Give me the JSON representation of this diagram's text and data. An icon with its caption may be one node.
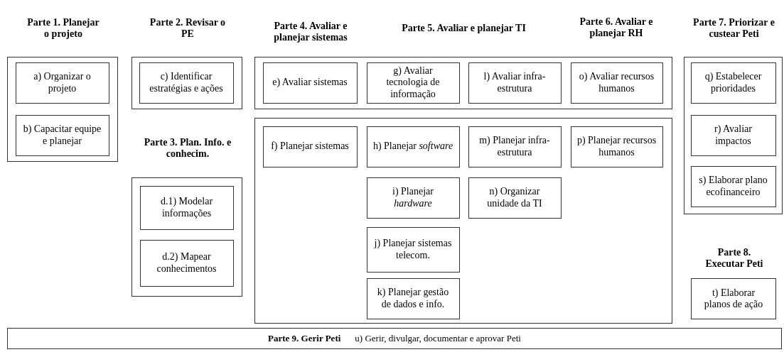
{
  "diagram": {
    "nodes": [
      {
        "text": [
          "Parte 1. Planejar o projeto"
        ]
      },
      {
        "text": [
          "a) Organizar o projeto"
        ],
        "in": 0
      },
      {
        "text": [
          "b) Capacitar equipe e planejar"
        ],
        "in": 0
      },
      {
        "text": [
          "Parte 2. Revisar o PE"
        ]
      },
      {
        "text": [
          "c) Identificar estratégias e ações"
        ],
        "in": 3
      },
      {
        "text": [
          "Parte 3. Plan. Info. e conhecim."
        ]
      },
      {
        "text": [
          "d.1) Modelar informações"
        ],
        "in": 5
      },
      {
        "text": [
          "d.2) Mapear conhecimentos"
        ],
        "in": 5
      },
      {
        "text": [],
        "shape": "box"
      },
      {
        "text": [
          "e) Avaliar sistemas"
        ],
        "in": 8
      },
      {
        "text": [
          "g) Avaliar tecnologia de informação"
        ],
        "in": 8
      },
      {
        "text": [
          "l) Avaliar infra-estrutura"
        ],
        "in": 8
      },
      {
        "text": [
          "o) Avaliar recursos humanos"
        ],
        "in": 8
      },
      {
        "text": [],
        "shape": "box"
      },
      {
        "text": [
          "f) Planejar sistemas"
        ],
        "in": 13
      },
      {
        "text": [
          "h) Planejar *software*"
        ],
        "in": 13
      },
      {
        "text": [
          "m) Planejar infra-estrutura"
        ],
        "in": 13
      },
      {
        "text": [
          "p) Planejar recursos humanos"
        ],
        "in": 13
      },
      {
        "text": [
          "i) Planejar *hardware*"
        ],
        "in": 13
      },
      {
        "text": [
          "n) Organizar unidade da TI"
        ],
        "in": 13
      },
      {
        "text": [
          "j) Planejar sistemas telecom."
        ],
        "in": 13
      },
      {
        "text": [
          "k) Planejar gestão de dados e info."
        ],
        "in": 13
      },
      {
        "text": [
          "Parte 7. Priorizar e custear Peti"
        ]
      },
      {
        "text": [
          "q) Estabelecer prioridades"
        ],
        "in": 22
      },
      {
        "text": [
          "r) Avaliar impactos"
        ],
        "in": 22
      },
      {
        "text": [
          "s) Elaborar plano ecofinanceiro"
        ],
        "in": 22
      },
      {
        "text": [
          "Parte 8. Executar Peti",
          "t) Elaborar planos de ação"
        ]
      },
      {
        "text": [
          "Parte 9. Gerir Peti",
          "u) Gerir, divulgar, documentar e aprovar Peti"
        ]
      }
    ],
    "labels": [
      "Parte 4. Avaliar e planejar sistemas",
      "Parte 5. Avaliar e planejar TI",
      "Parte 6. Avaliar e planejar RH"
    ]
  }
}
